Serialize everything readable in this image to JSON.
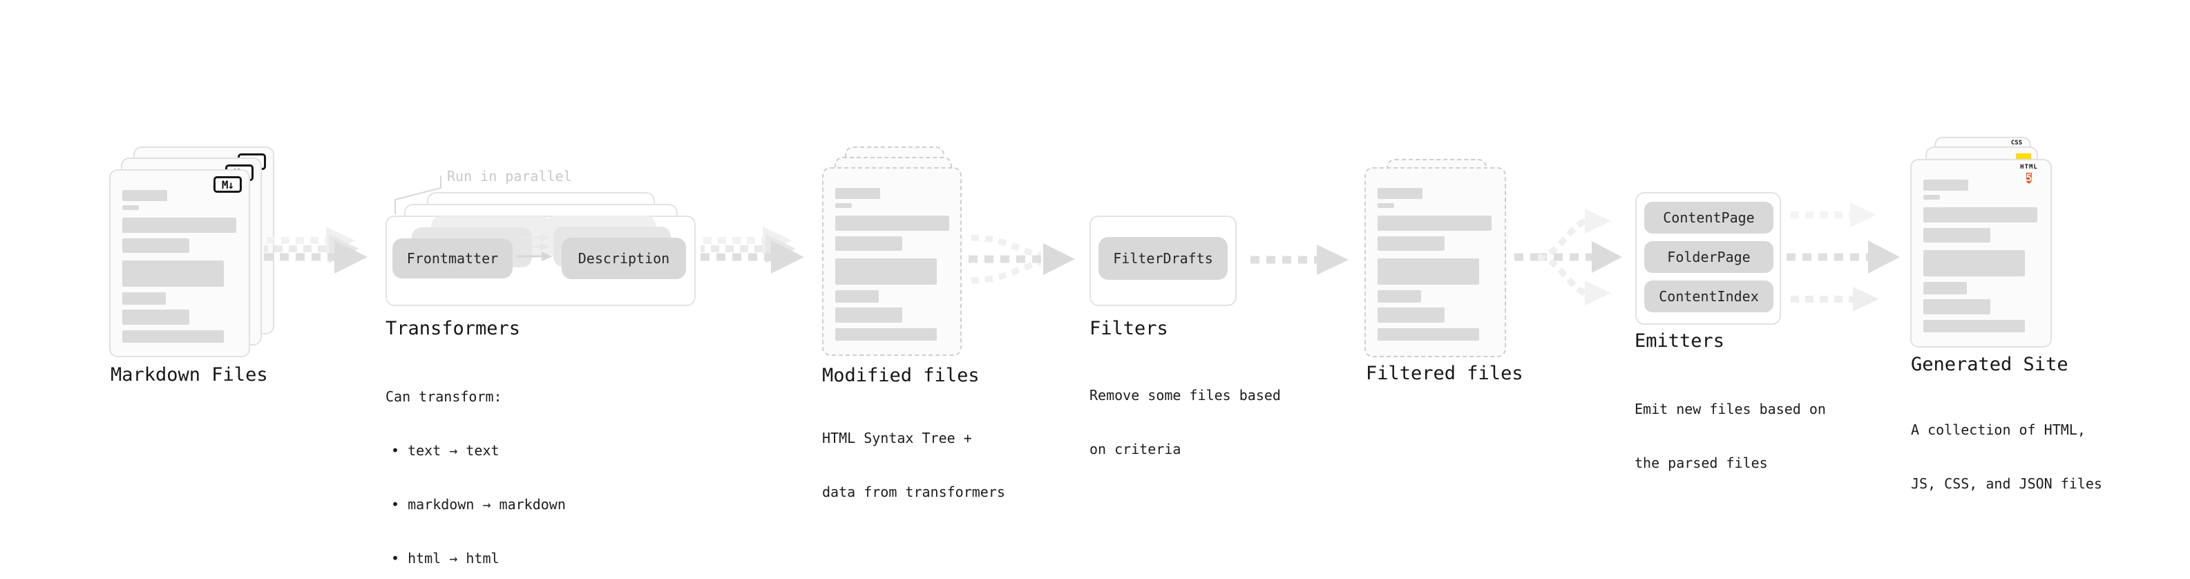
{
  "diagram": {
    "stages": {
      "markdown_files": {
        "label": "Markdown Files"
      },
      "transformers": {
        "label": "Transformers",
        "note": "Run in parallel",
        "pills": {
          "left": "Frontmatter",
          "right": "Description"
        },
        "caption": {
          "intro": "Can transform:",
          "bullets": [
            "• text → text",
            "• markdown → markdown",
            "• html → html"
          ]
        }
      },
      "modified_files": {
        "label": "Modified files",
        "caption_lines": [
          "HTML Syntax Tree +",
          "data from transformers"
        ]
      },
      "filters": {
        "label": "Filters",
        "pill": "FilterDrafts",
        "caption_lines": [
          "Remove some files based",
          "on criteria"
        ]
      },
      "filtered_files": {
        "label": "Filtered files"
      },
      "emitters": {
        "label": "Emitters",
        "pills": [
          "ContentPage",
          "FolderPage",
          "ContentIndex"
        ],
        "caption_lines": [
          "Emit new files based on",
          "the parsed files"
        ]
      },
      "generated_site": {
        "label": "Generated Site",
        "caption_lines": [
          "A collection of HTML,",
          "JS, CSS, and JSON files"
        ]
      }
    },
    "badges": {
      "markdown": "M↓",
      "css": "CSS",
      "html": "HTML",
      "html5_number": "5"
    },
    "colors": {
      "html5_shield": "#e44d26",
      "js_badge": "#ffdd00",
      "css_underline": "#2962ff",
      "pill_gray": "#d8d8d8",
      "arrow_gray": "#dcdcdc"
    }
  }
}
